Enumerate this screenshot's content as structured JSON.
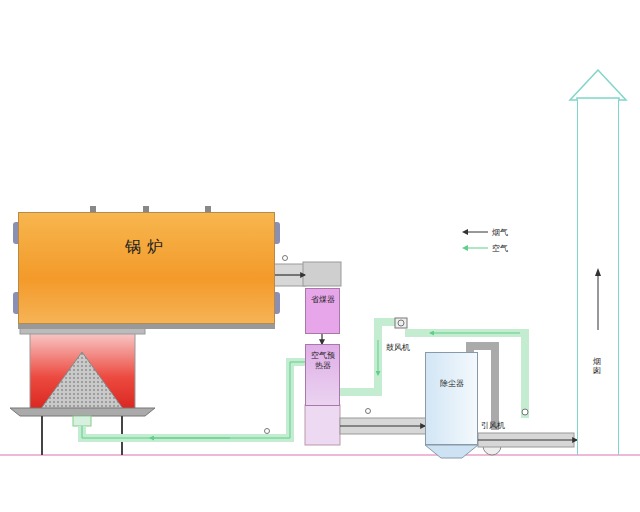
{
  "diagram": {
    "nodes": [
      {
        "text": [
          "锅炉"
        ]
      },
      {
        "text": [
          "省煤器"
        ]
      },
      {
        "text": [
          "空气预热器"
        ]
      },
      {
        "text": [
          "除尘器"
        ]
      },
      {
        "text": [
          "烟囱"
        ]
      }
    ],
    "edges": [
      {
        "from": 0,
        "to": 1,
        "arrow": "to"
      },
      {
        "from": 1,
        "to": 2,
        "arrow": "to"
      },
      {
        "from": 2,
        "to": 3,
        "arrow": "to"
      },
      {
        "from": 3,
        "to": 4,
        "arrow": "to"
      }
    ],
    "labels": [
      "鼓风机",
      "引风机"
    ],
    "legend": [
      {
        "text": "烟气"
      },
      {
        "text": "空气"
      }
    ]
  }
}
